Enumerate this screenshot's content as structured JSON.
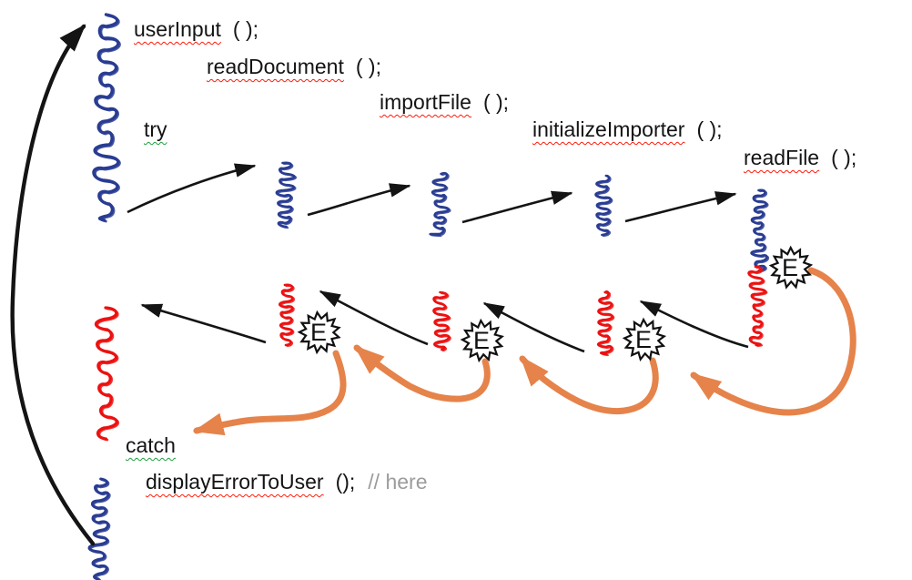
{
  "diagram": {
    "description": "Hand-drawn sketch of exception propagation through a call stack inside a try/catch",
    "labels": [
      {
        "id": "userInput",
        "name": "userInput",
        "args": "( );",
        "underline": "red",
        "comment": ""
      },
      {
        "id": "readDocument",
        "name": "readDocument",
        "args": "( );",
        "underline": "red",
        "comment": ""
      },
      {
        "id": "importFile",
        "name": "importFile",
        "args": "( );",
        "underline": "red",
        "comment": ""
      },
      {
        "id": "try",
        "name": "try",
        "args": "",
        "underline": "green",
        "comment": ""
      },
      {
        "id": "initializeImporter",
        "name": "initializeImporter",
        "args": "( );",
        "underline": "red",
        "comment": ""
      },
      {
        "id": "readFile",
        "name": "readFile",
        "args": "( );",
        "underline": "red",
        "comment": ""
      },
      {
        "id": "catch",
        "name": "catch",
        "args": "",
        "underline": "green",
        "comment": ""
      },
      {
        "id": "displayErrorToUser",
        "name": "displayErrorToUser",
        "args": "();",
        "underline": "red",
        "comment": "// here"
      }
    ],
    "exception_badge_letter": "E",
    "exception_badge_count": 4,
    "call_sequence": [
      "userInput",
      "readDocument",
      "importFile",
      "initializeImporter",
      "readFile"
    ],
    "exception_path": [
      "readFile",
      "initializeImporter",
      "importFile",
      "readDocument",
      "catch"
    ],
    "loop_back": {
      "from": "displayErrorToUser stack",
      "to": "userInput stack"
    },
    "colors": {
      "stack_blue": "#293c92",
      "error_red": "#ec1111",
      "exception_orange": "#e5834b",
      "arrow_black": "#141414",
      "comment_gray": "#9c9c9c",
      "underline_red": "#ff1a0a",
      "underline_green": "#1f9e3f",
      "badge_fill": "#ffffff",
      "badge_stroke": "#111111"
    }
  }
}
